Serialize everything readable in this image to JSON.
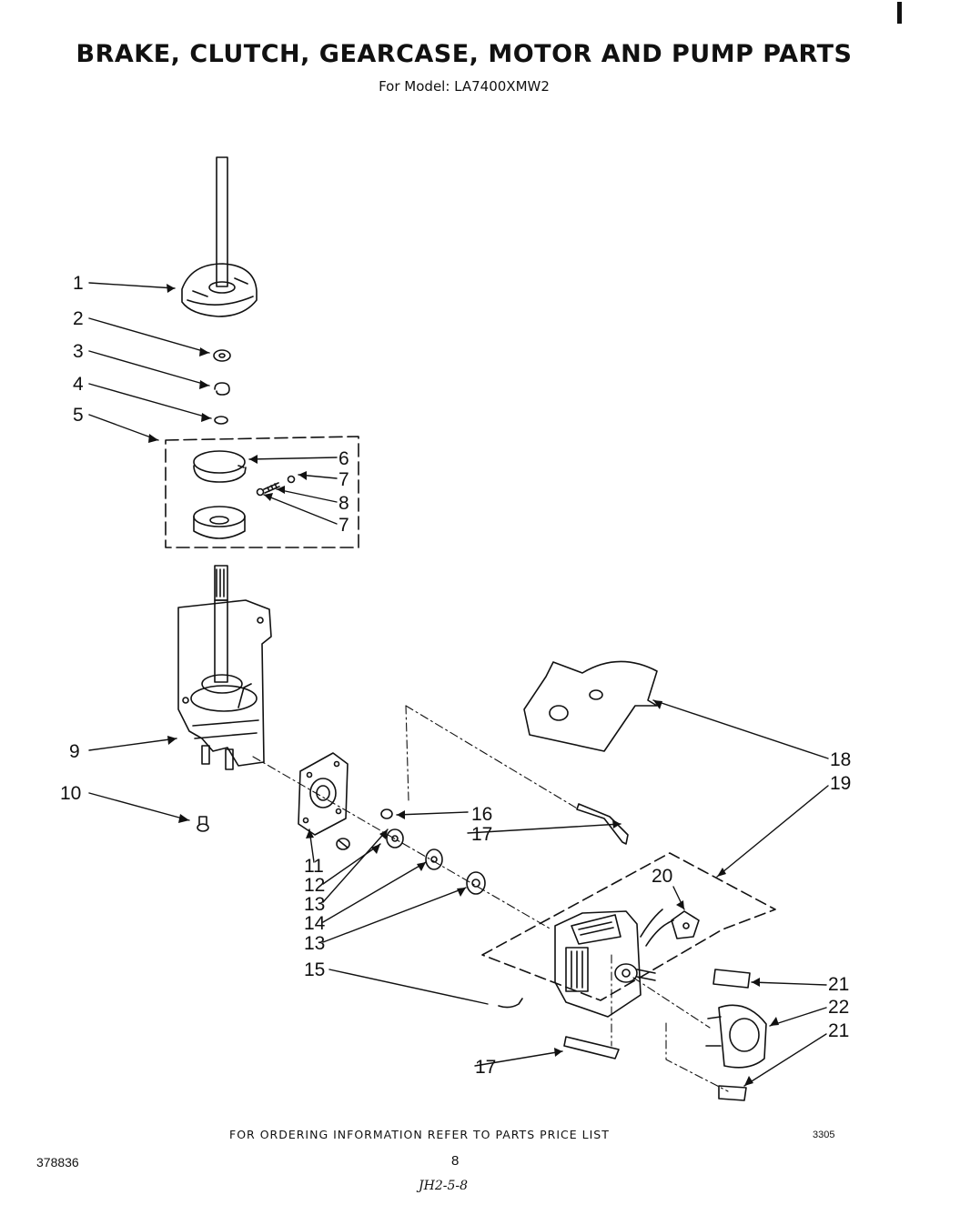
{
  "header": {
    "title": "BRAKE, CLUTCH, GEARCASE, MOTOR AND PUMP PARTS",
    "subtitle": "For Model: LA7400XMW2"
  },
  "callouts": [
    "1",
    "2",
    "3",
    "4",
    "5",
    "6",
    "7",
    "8",
    "7",
    "9",
    "10",
    "11",
    "12",
    "13",
    "14",
    "13",
    "15",
    "16",
    "17",
    "18",
    "19",
    "20",
    "21",
    "22",
    "21",
    "17"
  ],
  "footer": {
    "note": "FOR ORDERING INFORMATION REFER TO PARTS PRICE LIST",
    "code": "3305",
    "doc_number": "378836",
    "page_number": "8",
    "handwritten": "JH2-5-8"
  }
}
